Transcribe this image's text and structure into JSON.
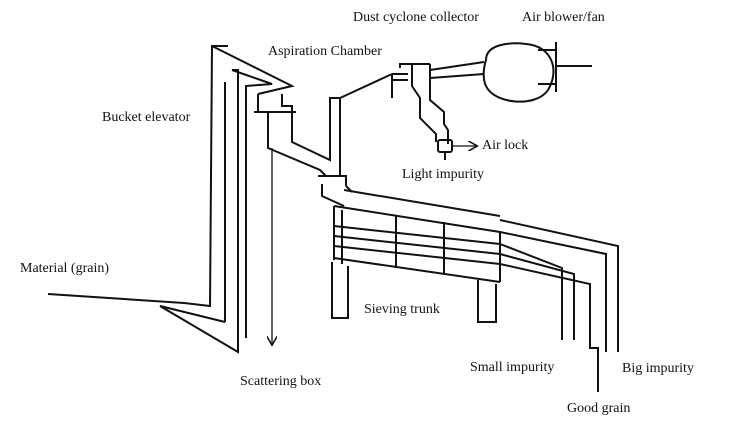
{
  "labels": {
    "dust_cyclone_collector": "Dust cyclone collector",
    "air_blower_fan": "Air blower/fan",
    "aspiration_chamber": "Aspiration Chamber",
    "bucket_elevator": "Bucket elevator",
    "air_lock": "Air lock",
    "light_impurity": "Light impurity",
    "material_grain": "Material (grain)",
    "sieving_trunk": "Sieving trunk",
    "scattering_box": "Scattering box",
    "small_impurity": "Small impurity",
    "big_impurity": "Big impurity",
    "good_grain": "Good grain"
  },
  "colors": {
    "line": "#111111",
    "background": "#ffffff"
  }
}
